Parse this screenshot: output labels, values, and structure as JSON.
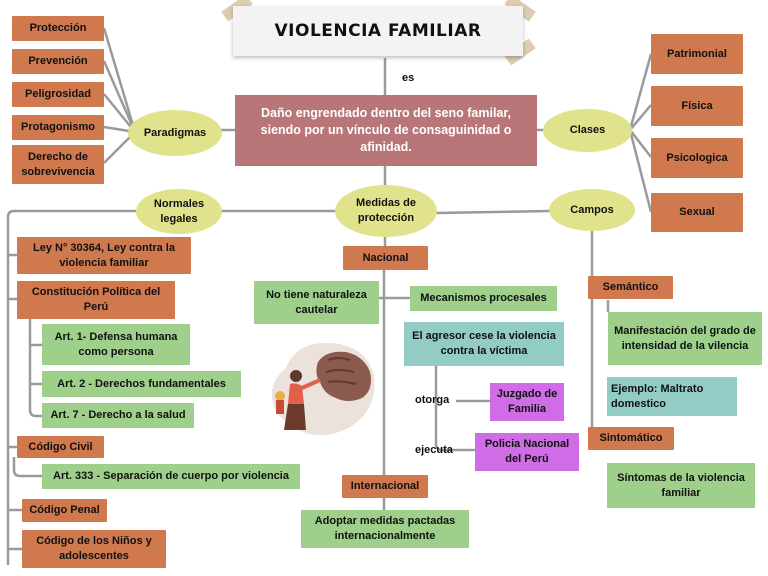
{
  "title": "VIOLENCIA FAMILIAR",
  "connector_es": "es",
  "center": "Daño engrendado dentro del seno familar, siendo por un vínculo de consaguinidad o afinidad.",
  "paradigmas": {
    "label": "Paradigmas",
    "items": [
      "Protección",
      "Prevención",
      "Peligrosidad",
      "Protagonismo",
      "Derecho de sobrevivencia"
    ]
  },
  "clases": {
    "label": "Clases",
    "items": [
      "Patrimonial",
      "Física",
      "Psicologica",
      "Sexual"
    ]
  },
  "normales": {
    "label": "Normales legales",
    "ley": "Ley N° 30364, Ley contra la violencia familiar",
    "constitucion": "Constitución Política del Perú",
    "arts": [
      "Art. 1- Defensa humana como persona",
      "Art. 2 - Derechos fundamentales",
      "Art. 7 - Derecho a la salud"
    ],
    "codigo_civil": "Código Civil",
    "art333": "Art. 333 - Separación de cuerpo por violencia",
    "codigo_penal": "Código Penal",
    "codigo_ninos": "Código de los Niños y adolescentes"
  },
  "medidas": {
    "label": "Medidas de protección",
    "nacional": "Nacional",
    "no_tiene": "No tiene naturaleza cautelar",
    "mecanismos": "Mecanismos procesales",
    "agresor": "El agresor cese la violencia contra la víctima",
    "otorga": "otorga",
    "juzgado": "Juzgado de Familia",
    "ejecuta": "ejecuta",
    "policia": "Policia Nacional del Perú",
    "internacional": "Internacional",
    "adoptar": "Adoptar medidas pactadas internacionalmente"
  },
  "campos": {
    "label": "Campos",
    "semantico": "Semántico",
    "manifestacion": "Manifestación del grado de intensidad de la vilencia",
    "ejemplo": "Ejemplo: Maltrato domestico",
    "sintomatico": "Sintomático",
    "sintomas": "Síntomas de la violencia familiar"
  },
  "colors": {
    "orange": "#d0784e",
    "green": "#9ed08b",
    "teal": "#92ccc4",
    "purple": "#cf6ce6",
    "yellow": "#e0e38c",
    "center": "#b87678",
    "line": "#9a9a9a"
  }
}
